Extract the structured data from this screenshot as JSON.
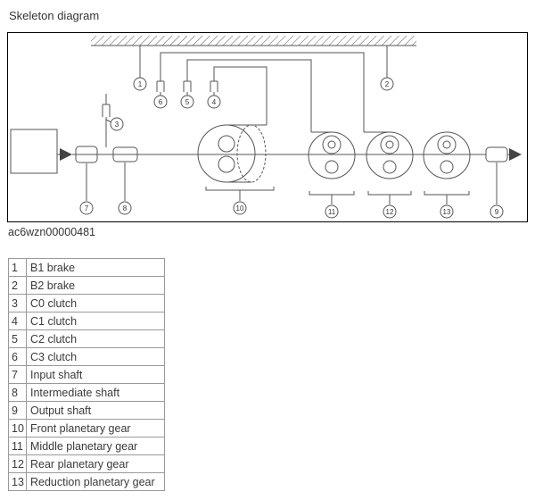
{
  "page": {
    "title": "Skeleton diagram",
    "caption": "ac6wzn00000481"
  },
  "diagram": {
    "callouts": [
      "1",
      "2",
      "3",
      "4",
      "5",
      "6",
      "7",
      "8",
      "9",
      "10",
      "11",
      "12",
      "13"
    ]
  },
  "legend": {
    "rows": [
      {
        "num": "1",
        "label": "B1 brake"
      },
      {
        "num": "2",
        "label": "B2 brake"
      },
      {
        "num": "3",
        "label": "C0 clutch"
      },
      {
        "num": "4",
        "label": "C1 clutch"
      },
      {
        "num": "5",
        "label": "C2 clutch"
      },
      {
        "num": "6",
        "label": "C3 clutch"
      },
      {
        "num": "7",
        "label": "Input shaft"
      },
      {
        "num": "8",
        "label": "Intermediate shaft"
      },
      {
        "num": "9",
        "label": "Output shaft"
      },
      {
        "num": "10",
        "label": "Front planetary gear"
      },
      {
        "num": "11",
        "label": "Middle planetary gear"
      },
      {
        "num": "12",
        "label": "Rear planetary gear"
      },
      {
        "num": "13",
        "label": "Reduction planetary gear"
      }
    ]
  }
}
